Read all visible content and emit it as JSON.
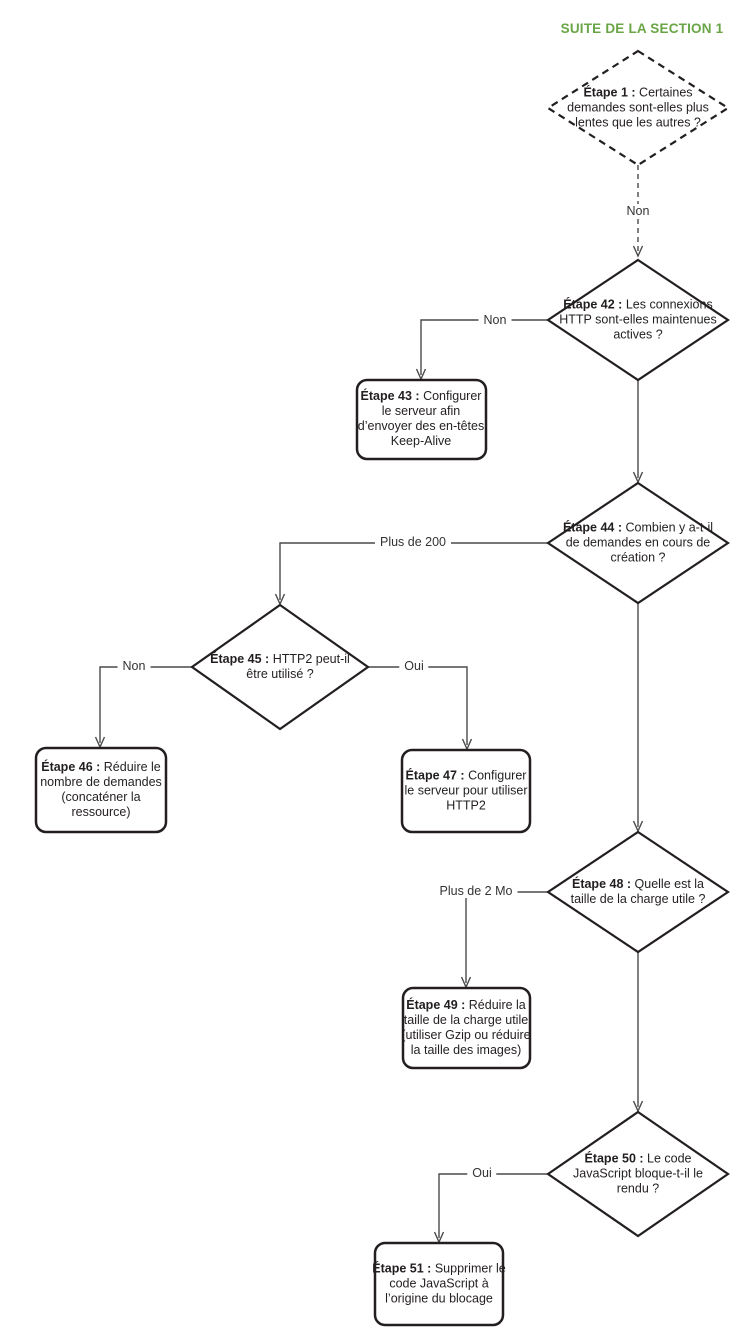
{
  "title": "SUITE DE LA SECTION 1",
  "colors": {
    "title_green": "#69a546",
    "shape_stroke": "#231f20",
    "connector_gray": "#4a4a4c",
    "background": "#ffffff"
  },
  "nodes": {
    "step1": {
      "shape": "decision-dashed",
      "prefix": "Étape 1 :",
      "text": "Certaines demandes sont-elles plus lentes que les autres ?"
    },
    "step42": {
      "shape": "decision",
      "prefix": "Étape 42 :",
      "text": "Les connexions HTTP sont-elles maintenues actives ?"
    },
    "step43": {
      "shape": "process",
      "prefix": "Étape 43 :",
      "text": "Configurer le serveur afin d’envoyer des en-têtes Keep-Alive"
    },
    "step44": {
      "shape": "decision",
      "prefix": "Étape 44 :",
      "text": "Combien y a-t-il de demandes en cours de création ?"
    },
    "step45": {
      "shape": "decision",
      "prefix": "Étape 45 :",
      "text": "HTTP2 peut-il être utilisé ?"
    },
    "step46": {
      "shape": "process",
      "prefix": "Étape 46 :",
      "text": "Réduire le nombre de demandes (concaténer la ressource)"
    },
    "step47": {
      "shape": "process",
      "prefix": "Étape 47 :",
      "text": "Configurer le serveur pour utiliser HTTP2"
    },
    "step48": {
      "shape": "decision",
      "prefix": "Étape 48 :",
      "text": "Quelle est la taille de la charge utile ?"
    },
    "step49": {
      "shape": "process",
      "prefix": "Étape 49 :",
      "text": "Réduire la taille de la charge utile (utiliser Gzip ou réduire la taille des images)"
    },
    "step50": {
      "shape": "decision",
      "prefix": "Étape 50 :",
      "text": "Le code JavaScript bloque-t-il le rendu ?"
    },
    "step51": {
      "shape": "process",
      "prefix": "Étape 51 :",
      "text": "Supprimer le code JavaScript à l’origine du blocage"
    }
  },
  "edge_labels": {
    "from_step1_non": "Non",
    "from_step42_non": "Non",
    "from_step44_plus200": "Plus de 200",
    "from_step45_non": "Non",
    "from_step45_oui": "Oui",
    "from_step48_plus2mo": "Plus de 2 Mo",
    "from_step50_oui": "Oui"
  }
}
